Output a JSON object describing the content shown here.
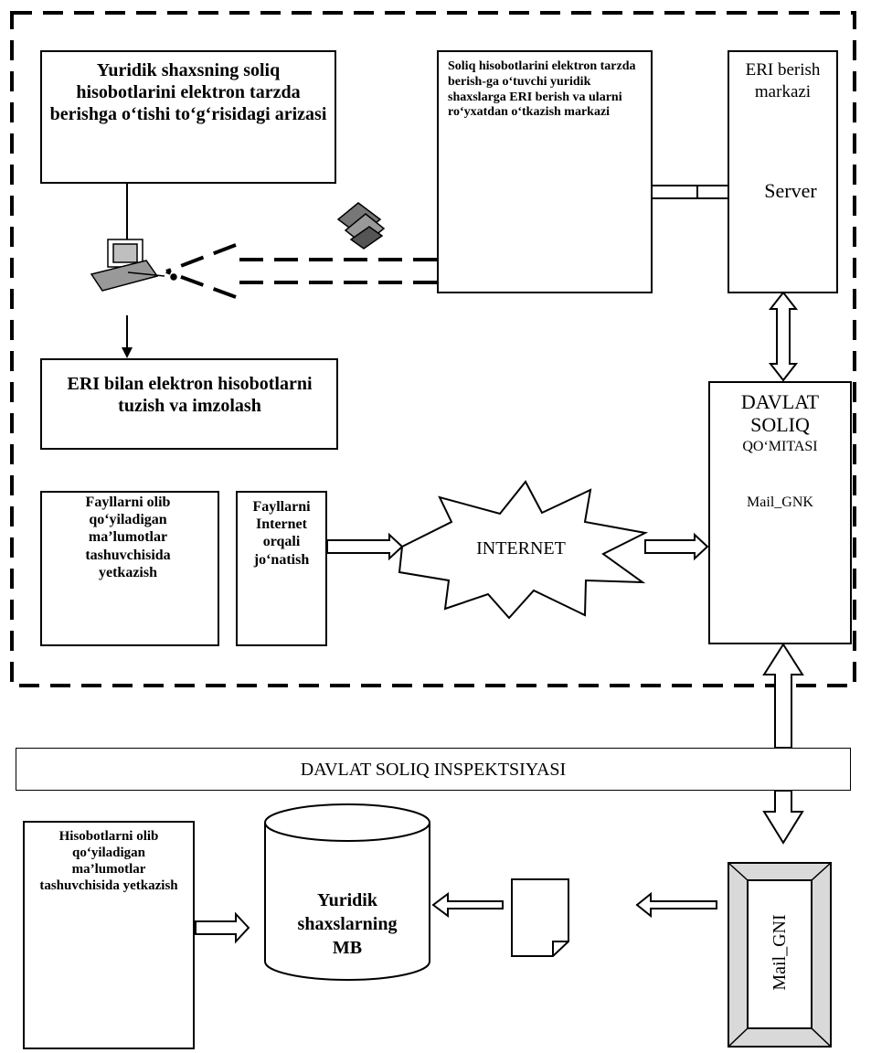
{
  "diagram": {
    "application_box": "Yuridik shaxsning soliq hisobotlarini elektron tarzda berishga o‘tishi to‘g‘risidagi arizasi",
    "registration_center": "Soliq hisobotlarini elektron tarzda berish-ga o‘tuvchi yuridik shaxslarga ERI berish va ularni ro‘yxatdan o‘tkazish markazi",
    "eri_center_title": "ERI berish markazi",
    "eri_center_server": "Server",
    "sign_box": "ERI bilan elektron hisobotlarni tuzish va imzolash",
    "files_media_box": "Fayllarni olib qo‘yiladigan ma’lumotlar tashuvchisida yetkazish",
    "files_internet_box": "Fayllarni Internet orqali jo‘natish",
    "internet_label": "INTERNET",
    "committee_title_1": "DAVLAT",
    "committee_title_2": "SOLIQ",
    "committee_title_3": "QO‘MITASI",
    "committee_mail": "Mail_GNK",
    "inspection_label": "DAVLAT SOLIQ INSPEKTSIYASI",
    "reports_media_box": "Hisobotlarni olib qo‘yiladigan ma’lumotlar tashuvchisida yetkazish",
    "database_label": "Yuridik shaxslarning MB",
    "mail_gni": "Mail_GNI"
  }
}
